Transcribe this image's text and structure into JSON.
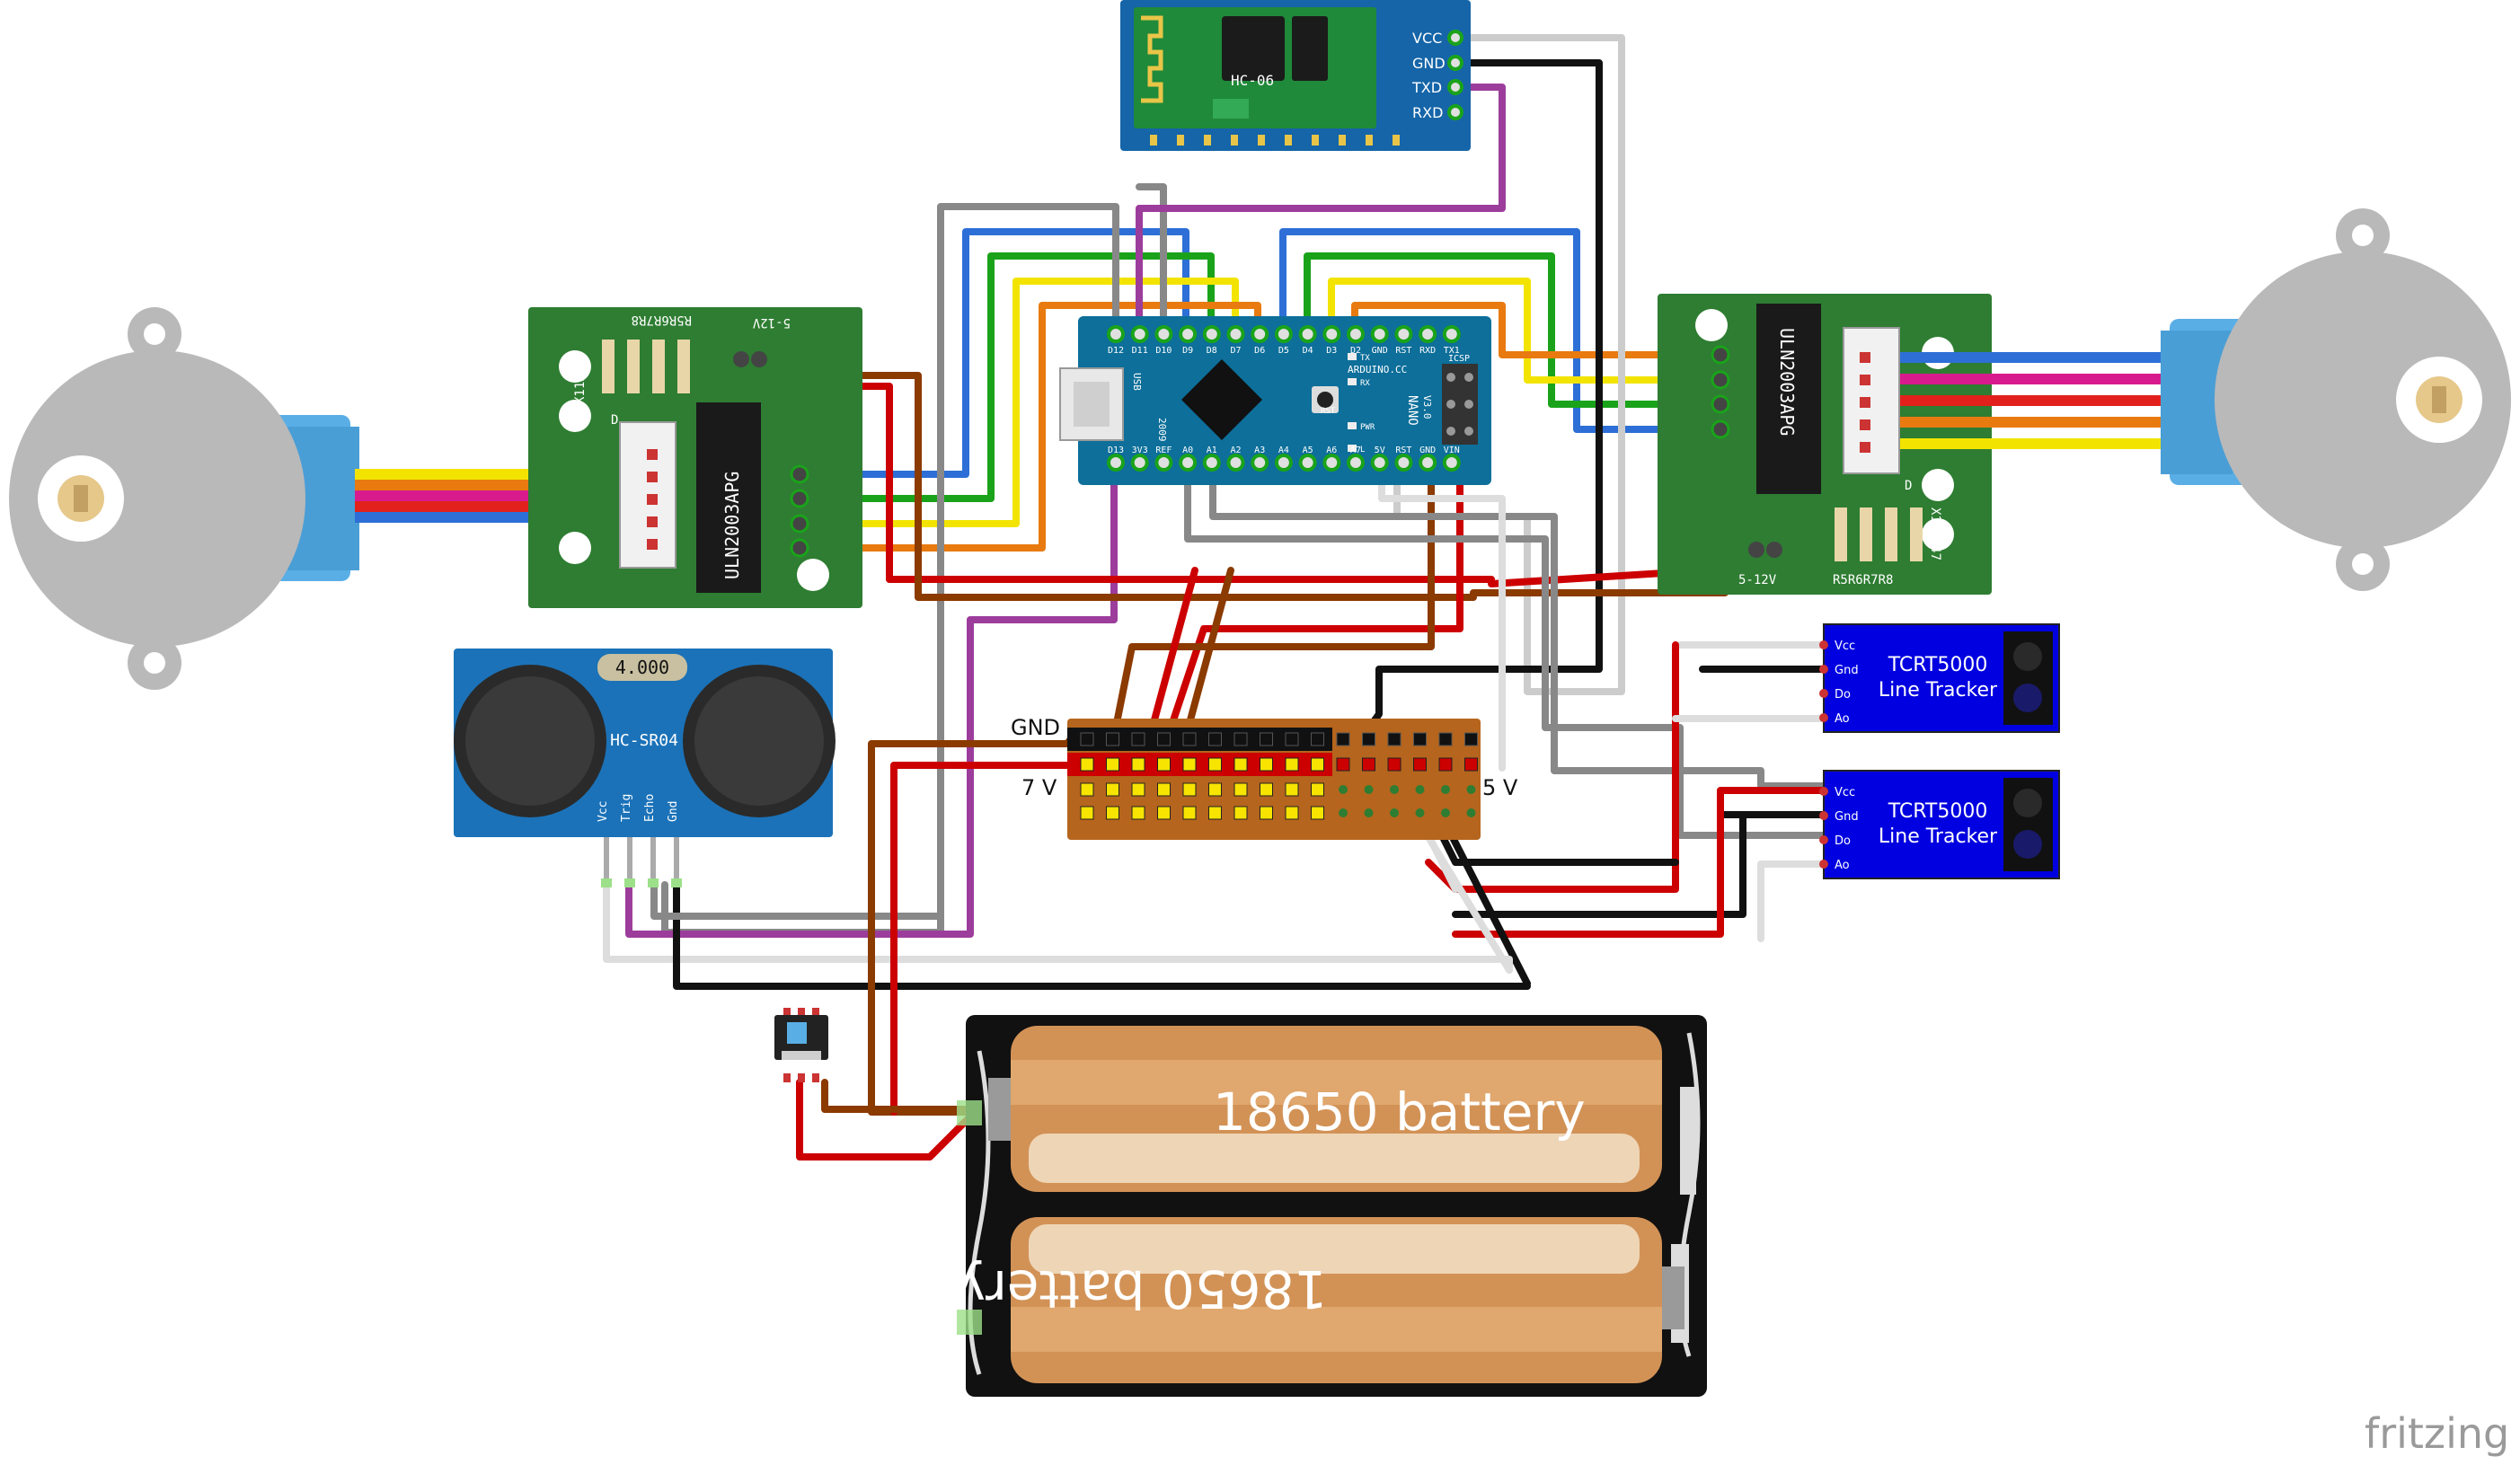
{
  "hc06": {
    "name": "HC-06",
    "pins": [
      "VCC",
      "GND",
      "TXD",
      "RXD"
    ]
  },
  "arduino": {
    "top_pins": [
      "D12",
      "D11",
      "D10",
      "D9",
      "D8",
      "D7",
      "D6",
      "D5",
      "D4",
      "D3",
      "D2",
      "GND",
      "RST",
      "RXD",
      "TX1"
    ],
    "bottom_pins": [
      "D13",
      "3V3",
      "REF",
      "A0",
      "A1",
      "A2",
      "A3",
      "A4",
      "A5",
      "A6",
      "A7",
      "5V",
      "RST",
      "GND",
      "VIN"
    ],
    "brand": "ARDUINO.CC",
    "model": "NANO",
    "version": "V3.0",
    "usb_label": "USB",
    "icsp_label": "ICSP",
    "year": "2009",
    "leds": [
      "TX",
      "RX",
      "PWR",
      "L"
    ],
    "rst_label": "RST"
  },
  "driver_left": {
    "chip": "ULN2003APG",
    "power": "5-12V",
    "resistors": "R5R6R7R8",
    "part": "X113647",
    "d_label": "D"
  },
  "driver_right": {
    "chip": "ULN2003APG",
    "power": "5-12V",
    "resistors": "R5R6R7R8",
    "part": "X113647",
    "d_label": "D"
  },
  "ultrasonic": {
    "name": "HC-SR04",
    "crystal": "4.000",
    "pins": [
      "Vcc",
      "Trig",
      "Echo",
      "Gnd"
    ]
  },
  "trackers": [
    {
      "pins": [
        "Vcc",
        "Gnd",
        "Do",
        "Ao"
      ],
      "line1": "TCRT5000",
      "line2": "Line Tracker"
    },
    {
      "pins": [
        "Vcc",
        "Gnd",
        "Do",
        "Ao"
      ],
      "line1": "TCRT5000",
      "line2": "Line Tracker"
    }
  ],
  "power_strip": {
    "gnd_label": "GND",
    "v7_label": "7 V",
    "v5_label": "5 V"
  },
  "battery": {
    "cell1": "18650 battery",
    "cell2": "18650 battery"
  },
  "watermark": "fritzing",
  "colors": {
    "board_green": "#2e7d32",
    "nano_blue": "#0d6f9a",
    "bt_blue": "#1565a8",
    "tracker_blue": "#0000e0",
    "sensor_blue": "#1b72b8",
    "wire_red": "#cc0000",
    "wire_brown": "#8b3a00",
    "wire_black": "#111111",
    "wire_grey": "#888888",
    "wire_purple": "#9c3d9c",
    "wire_blue": "#2d6fd6",
    "wire_green": "#1aa31a",
    "wire_yellow": "#f2e400",
    "wire_orange": "#e87a10",
    "motor_grey": "#b9b9b9",
    "battery_tan": "#d29256"
  }
}
